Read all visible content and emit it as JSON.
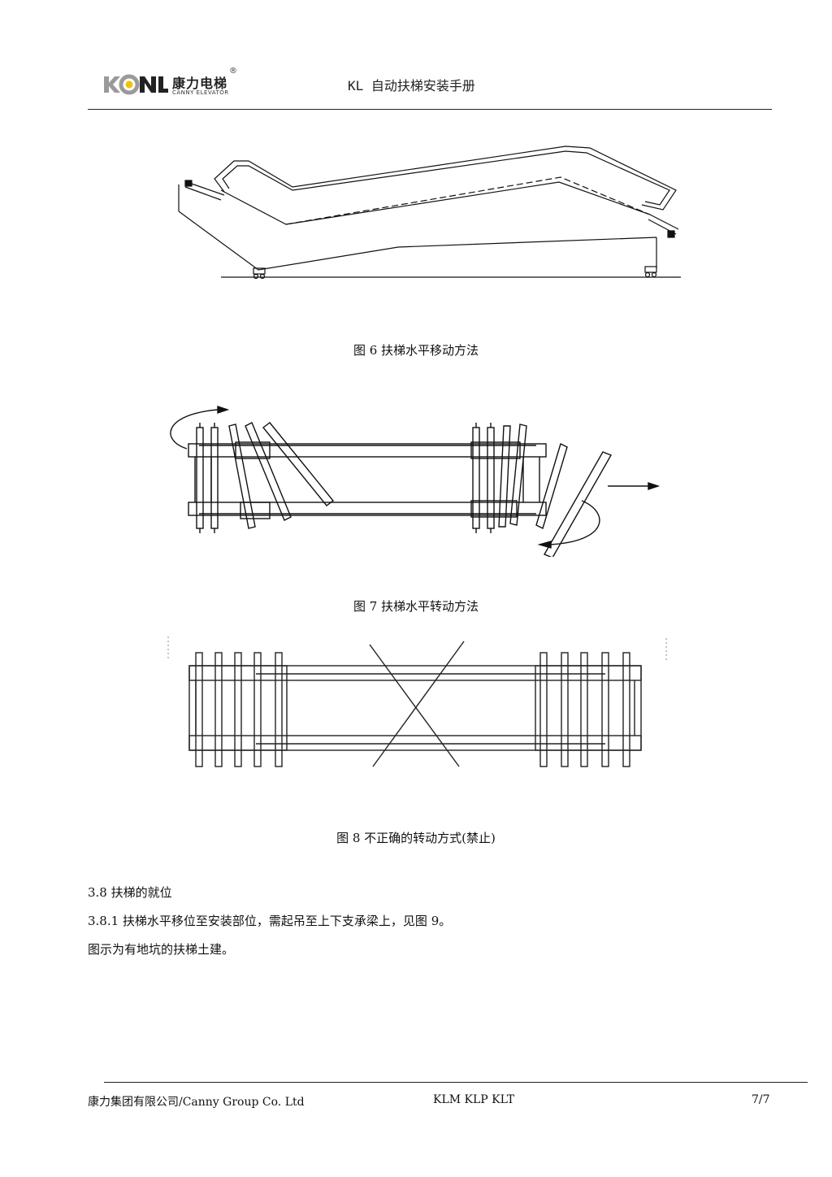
{
  "header": {
    "logo_cn": "康力电梯",
    "logo_en": "CANNY ELEVATOR",
    "logo_reg": "®",
    "logo_mark": "KONL",
    "title": "KL 自动扶梯安装手册"
  },
  "figures": [
    {
      "caption": "图 6 扶梯水平移动方法"
    },
    {
      "caption": "图 7 扶梯水平转动方法"
    },
    {
      "caption": "图 8 不正确的转动方式(禁止)"
    }
  ],
  "section": {
    "heading": "3.8  扶梯的就位",
    "para1": "3.8.1 扶梯水平移位至安装部位，需起吊至上下支承梁上，见图 9。",
    "para2": "图示为有地坑的扶梯土建。"
  },
  "footer": {
    "left": "康力集团有限公司/Canny Group Co. Ltd",
    "center": "KLM KLP KLT",
    "right": "7/7"
  }
}
